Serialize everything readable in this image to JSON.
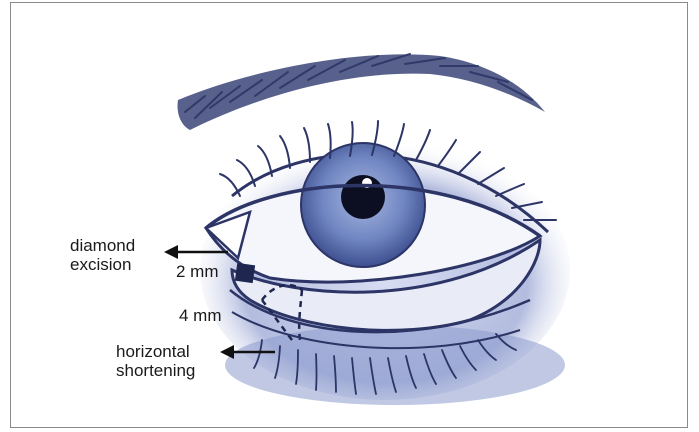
{
  "labels": {
    "diamond_line1": "diamond",
    "diamond_line2": "excision",
    "two_mm": "2 mm",
    "four_mm": "4 mm",
    "horizontal_line1": "horizontal",
    "horizontal_line2": "shortening"
  },
  "colors": {
    "ink": "#2c3566",
    "shade": "#9aa6d4",
    "iris": "#6f86c2",
    "frame": "#8a8a8a",
    "text": "#1a1a1a"
  }
}
